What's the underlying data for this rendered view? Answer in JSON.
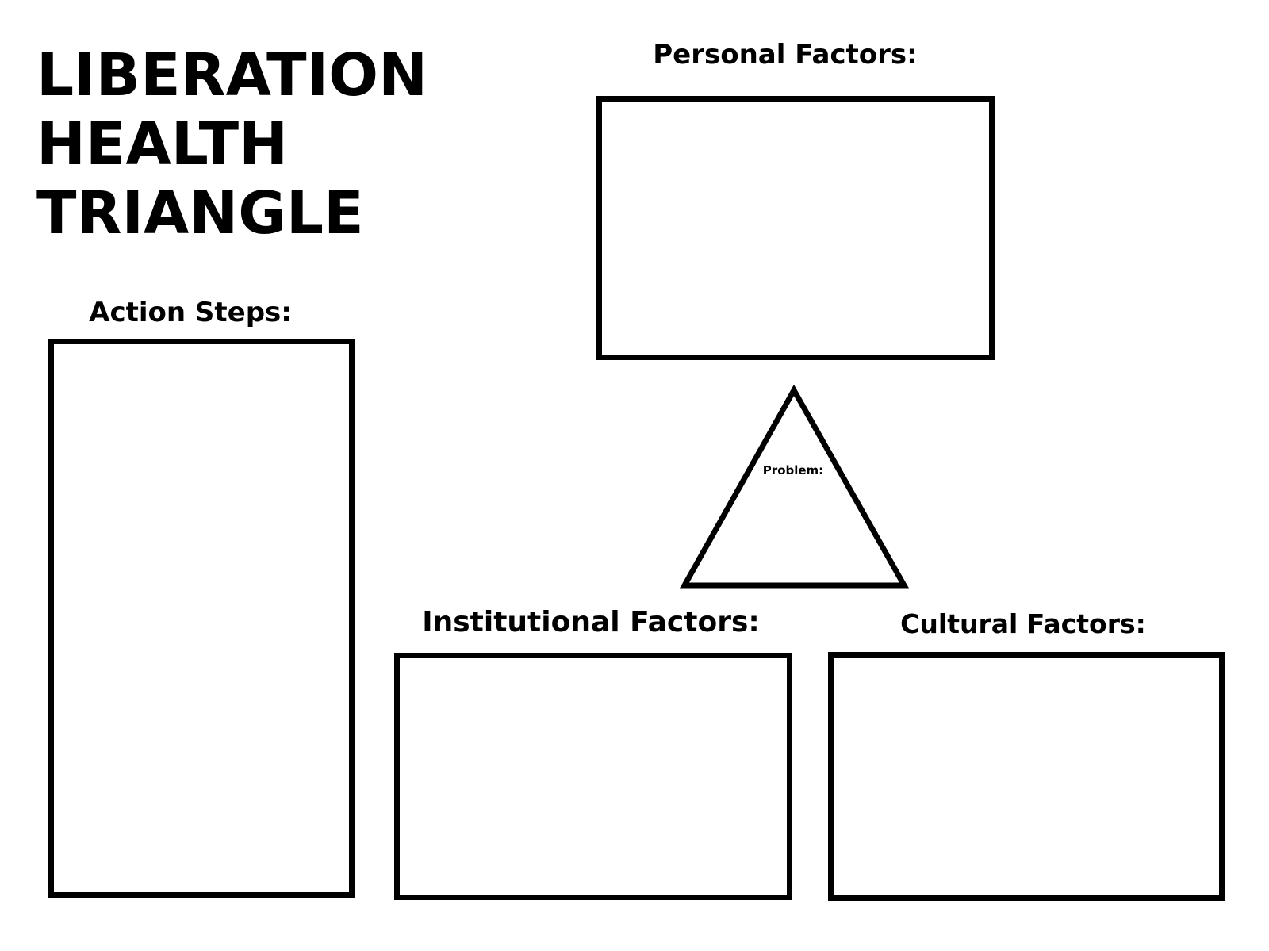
{
  "title": {
    "line1": "LIBERATION",
    "line2": "HEALTH",
    "line3": "TRIANGLE"
  },
  "sections": {
    "personal": {
      "label": "Personal Factors:"
    },
    "action": {
      "label": "Action Steps:"
    },
    "institutional": {
      "label": "Institutional Factors:"
    },
    "cultural": {
      "label": "Cultural Factors:"
    },
    "problem": {
      "label": "Problem:"
    }
  },
  "colors": {
    "ink": "#000000",
    "background": "#ffffff"
  }
}
